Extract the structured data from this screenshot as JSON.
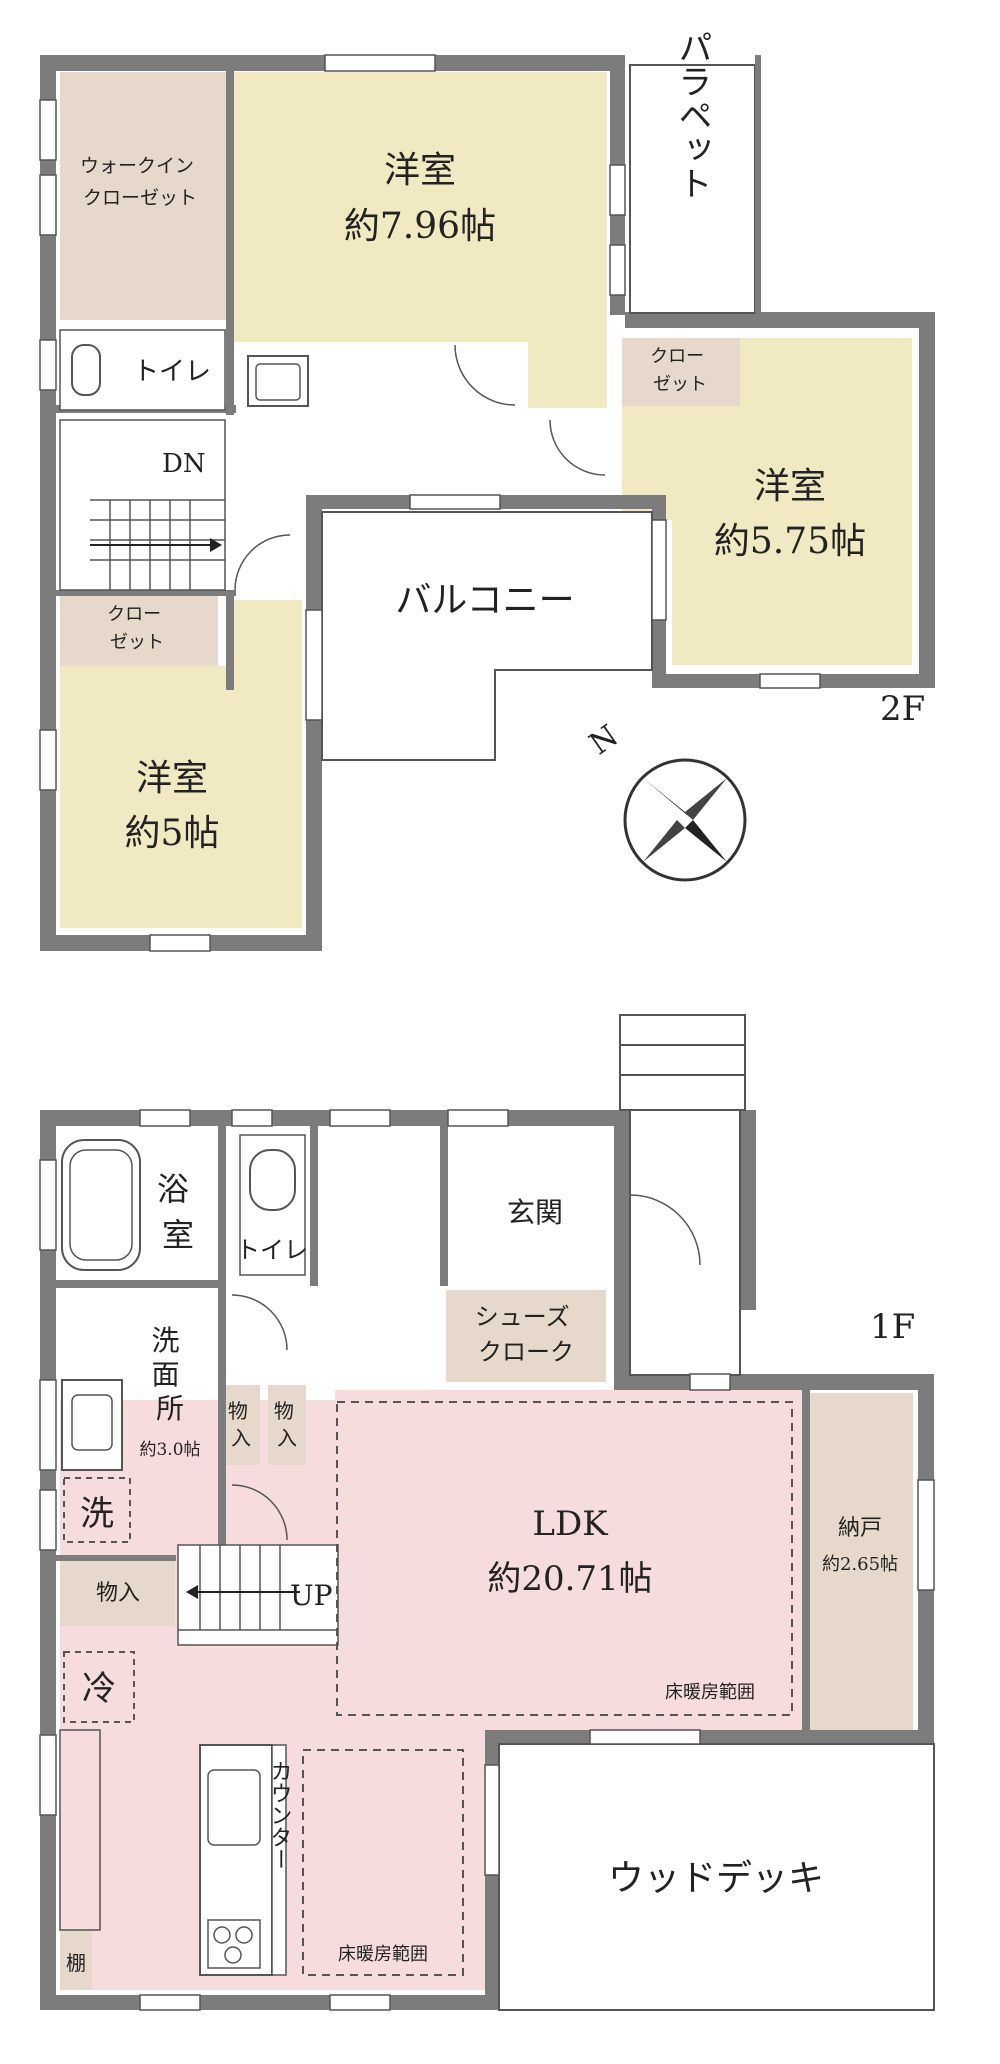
{
  "floors": {
    "f2": {
      "label": "2F",
      "rooms": {
        "walk_in_closet": "ウォークイン\nクローゼット",
        "western_main_title": "洋室",
        "western_main_size": "約7.96帖",
        "parapet": "パラペット",
        "toilet": "トイレ",
        "dn": "DN",
        "closet_a": "クロー\nゼット",
        "western_b_title": "洋室",
        "western_b_size": "約5.75帖",
        "balcony": "バルコニー",
        "closet_c": "クロー\nゼット",
        "western_c_title": "洋室",
        "western_c_size": "約5帖"
      },
      "compass": "N"
    },
    "f1": {
      "label": "1F",
      "rooms": {
        "bath": "浴\n室",
        "toilet": "トイレ",
        "entrance": "玄関",
        "shoes": "シューズ\nクローク",
        "washroom": "洗\n面\n所",
        "washroom_size": "約3.0帖",
        "storage_a": "物\n入",
        "storage_b": "物\n入",
        "wash": "洗",
        "ldk_title": "LDK",
        "ldk_size": "約20.71帖",
        "floor_heating_a": "床暖房範囲",
        "nando_title": "納戸",
        "nando_size": "約2.65帖",
        "storage_c": "物入",
        "up": "UP",
        "fridge": "冷",
        "counter": "カウンター",
        "shelf": "棚",
        "floor_heating_b": "床暖房範囲",
        "wood_deck": "ウッドデッキ"
      }
    }
  },
  "colors": {
    "wall": "#7c7c7c",
    "western": "#f1e9c2",
    "closet": "#e6d9cb",
    "ldk": "#f6dcdc",
    "white": "#ffffff"
  }
}
